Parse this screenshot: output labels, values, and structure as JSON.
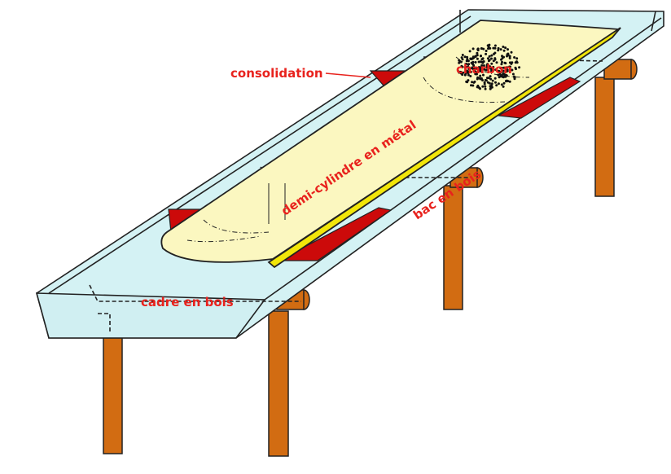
{
  "labels": {
    "consolidation": "consolidation",
    "charbon": "charbon",
    "demi_cylindre": "demi-cylindre en métal",
    "bac": "bac en bois",
    "cadre": "cadre en bois"
  },
  "colors": {
    "trough": "#d4f2f4",
    "cylinder": "#fbf7c0",
    "stripe": "#f2e60a",
    "plate": "#cc0a0a",
    "wood": "#d26c12",
    "label": "#e8221d"
  }
}
